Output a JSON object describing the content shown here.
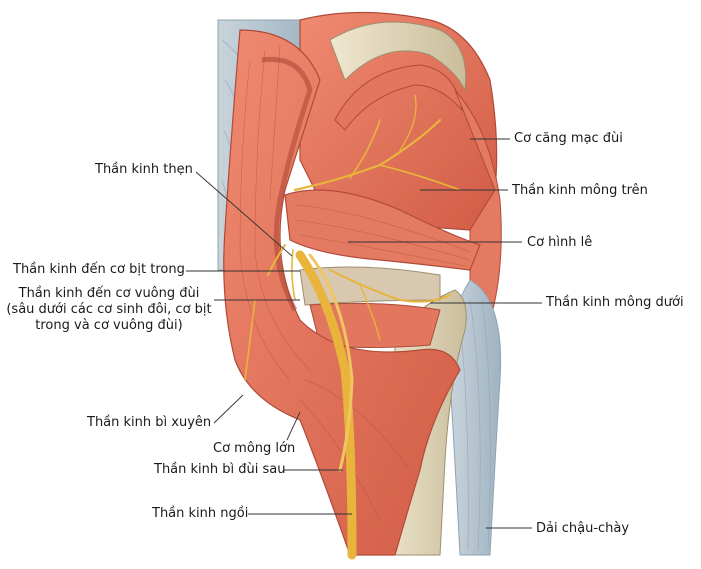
{
  "labels": {
    "than_kinh_then": "Thần kinh thẹn",
    "than_kinh_co_bit_trong": "Thần kinh đến cơ bịt trong",
    "than_kinh_co_vuong_dui": "Thần kinh đến cơ vuông đùi (sâu dưới các cơ sinh đôi, cơ bịt trong và cơ vuông đùi)",
    "than_kinh_bi_xuyen": "Thần kinh bì xuyên",
    "co_mong_lon": "Cơ mông lớn",
    "than_kinh_bi_dui_sau": "Thần kinh bì đùi sau",
    "than_kinh_ngoi": "Thần kinh ngồi",
    "co_cang_mac_dui": "Cơ căng mạc đùi",
    "than_kinh_mong_tren": "Thần kinh mông trên",
    "co_hinh_le": "Cơ hình lê",
    "than_kinh_mong_duoi": "Thần kinh mông dưới",
    "dai_chau_chay": "Dải chậu-chày"
  },
  "colors": {
    "muscle": "#e0705a",
    "muscle_dark": "#c4503e",
    "fascia": "#b9c8d2",
    "nerve": "#e8b43c",
    "bone": "#ddd3b8"
  }
}
